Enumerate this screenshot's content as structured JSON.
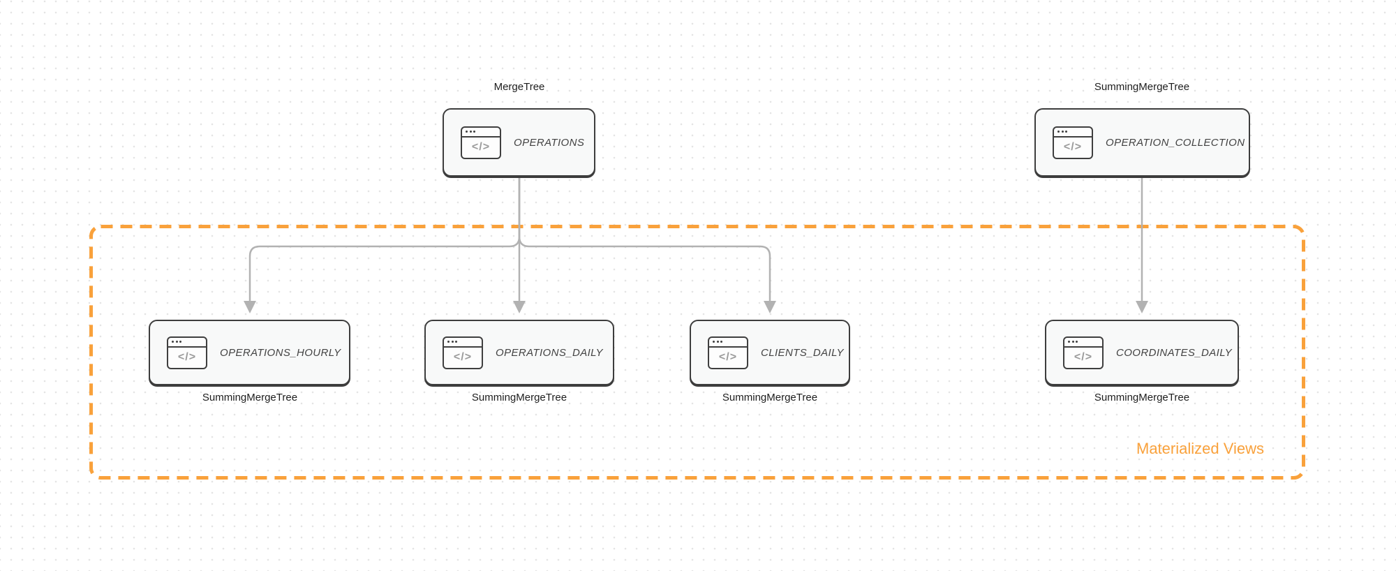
{
  "diagram": {
    "accent_color": "#F9A13B",
    "edge_color": "#b2b2b2",
    "node_border_color": "#3d3d3d",
    "node_fill_color": "#f8f9f9",
    "group_label": "Materialized Views",
    "icon_glyph": "</>",
    "nodes": {
      "operations": {
        "engine": "MergeTree",
        "title": "OPERATIONS"
      },
      "operation_collection": {
        "engine": "SummingMergeTree",
        "title": "OPERATION_COLLECTION"
      },
      "operations_hourly": {
        "title": "OPERATIONS_HOURLY",
        "engine": "SummingMergeTree"
      },
      "operations_daily": {
        "title": "OPERATIONS_DAILY",
        "engine": "SummingMergeTree"
      },
      "clients_daily": {
        "title": "CLIENTS_DAILY",
        "engine": "SummingMergeTree"
      },
      "coordinates_daily": {
        "title": "COORDINATES_DAILY",
        "engine": "SummingMergeTree"
      }
    },
    "edges": [
      {
        "from": "OPERATIONS",
        "to": "OPERATIONS_HOURLY"
      },
      {
        "from": "OPERATIONS",
        "to": "OPERATIONS_DAILY"
      },
      {
        "from": "OPERATIONS",
        "to": "CLIENTS_DAILY"
      },
      {
        "from": "OPERATION_COLLECTION",
        "to": "COORDINATES_DAILY"
      }
    ]
  }
}
